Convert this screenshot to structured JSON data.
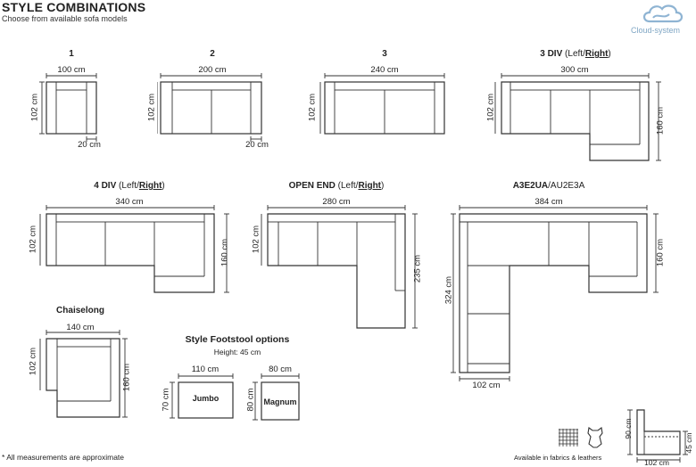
{
  "header": {
    "title": "STYLE COMBINATIONS",
    "subtitle": "Choose from available sofa models",
    "logo_text": "Cloud-system"
  },
  "models": {
    "m1": {
      "label": "1",
      "width": "100 cm",
      "depth": "102 cm",
      "arm": "20 cm"
    },
    "m2": {
      "label": "2",
      "width": "200 cm",
      "depth": "102 cm",
      "arm": "20 cm"
    },
    "m3": {
      "label": "3",
      "width": "240 cm",
      "depth": "102 cm"
    },
    "m3div": {
      "label": "3 DIV",
      "paren_open": "(",
      "left": "Left/",
      "right": "Right",
      "paren_close": ")",
      "width": "300 cm",
      "depth": "102 cm",
      "length": "160 cm"
    },
    "m4div": {
      "label": "4 DIV",
      "paren_open": "(",
      "left": "Left/",
      "right": "Right",
      "paren_close": ")",
      "width": "340 cm",
      "depth": "102 cm",
      "length": "160 cm"
    },
    "openend": {
      "label": "OPEN END",
      "paren_open": "(",
      "left": "Left/",
      "right": "Right",
      "paren_close": ")",
      "width": "280 cm",
      "depth": "102 cm",
      "length": "235 cm"
    },
    "corner": {
      "label_bold": "A3E2UA",
      "label_rest": "/AU2E3A",
      "width": "384 cm",
      "length": "160 cm",
      "height_total": "324 cm",
      "bottom": "102 cm"
    },
    "chaiselong": {
      "label": "Chaiselong",
      "width": "140 cm",
      "depth": "102 cm",
      "length": "160 cm"
    }
  },
  "footstool": {
    "title": "Style Footstool options",
    "subtitle": "Height: 45 cm",
    "jumbo": {
      "label": "Jumbo",
      "width": "110 cm",
      "depth": "70 cm"
    },
    "magnum": {
      "label": "Magnum",
      "width": "80 cm",
      "depth": "80 cm"
    }
  },
  "footer": {
    "note": "* All measurements are approximate",
    "fabrics": "Available in fabrics & leathers",
    "side_height": "90 cm",
    "side_seat": "45 cm",
    "side_depth": "102 cm"
  }
}
